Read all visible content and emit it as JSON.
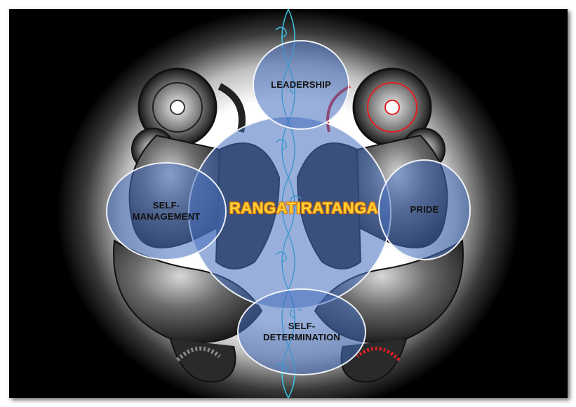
{
  "diagram": {
    "center": {
      "label": "RANGATIRATANGA"
    },
    "nodes": {
      "top": {
        "label": "LEADERSHIP"
      },
      "left": {
        "label": "SELF-\nMANAGEMENT"
      },
      "right": {
        "label": "PRIDE"
      },
      "bottom": {
        "label": "SELF-\nDETERMINATION"
      }
    },
    "colors": {
      "circle_fill": "#466ebe",
      "center_text": "#ffd23a",
      "center_outline": "#e07a00",
      "pattern_line": "#3cc8e6",
      "accent_red": "#e02020"
    }
  }
}
